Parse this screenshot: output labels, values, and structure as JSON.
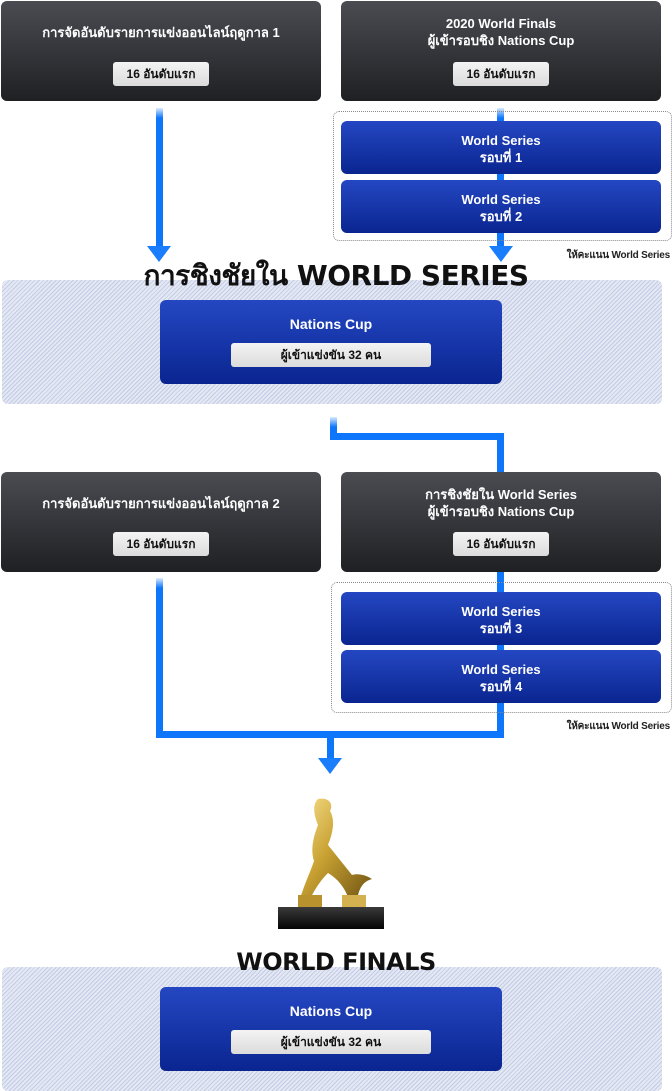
{
  "stage1": {
    "left_box": {
      "title": "การจัดอันดับรายการแข่งออนไลน์ฤดูกาล 1",
      "pill": "16 อันดับแรก"
    },
    "right_box": {
      "title_line1": "2020 World Finals",
      "title_line2": "ผู้เข้ารอบชิง Nations Cup",
      "pill": "16 อันดับแรก"
    },
    "series": [
      {
        "line1": "World Series",
        "line2": "รอบที่ 1"
      },
      {
        "line1": "World Series",
        "line2": "รอบที่ 2"
      }
    ],
    "note": "ให้คะแนน World Series"
  },
  "world_series_section": {
    "heading": "การชิงชัยใน WORLD SERIES",
    "box": {
      "title": "Nations Cup",
      "pill": "ผู้เข้าแข่งขัน 32 คน"
    }
  },
  "stage2": {
    "left_box": {
      "title": "การจัดอันดับรายการแข่งออนไลน์ฤดูกาล 2",
      "pill": "16 อันดับแรก"
    },
    "right_box": {
      "title_line1": "การชิงชัยใน World Series",
      "title_line2": "ผู้เข้ารอบชิง Nations Cup",
      "pill": "16 อันดับแรก"
    },
    "series": [
      {
        "line1": "World Series",
        "line2": "รอบที่ 3"
      },
      {
        "line1": "World Series",
        "line2": "รอบที่ 4"
      }
    ],
    "note": "ให้คะแนน World Series"
  },
  "trophy": {
    "icon": "trophy-icon"
  },
  "world_finals_section": {
    "heading": "WORLD FINALS",
    "box": {
      "title": "Nations Cup",
      "pill": "ผู้เข้าแข่งขัน 32 คน"
    }
  },
  "colors": {
    "arrow": "#0d76fb",
    "dark_box": "#2b2c30",
    "blue_box": "#1838b0",
    "pill": "#e6e6e6"
  }
}
